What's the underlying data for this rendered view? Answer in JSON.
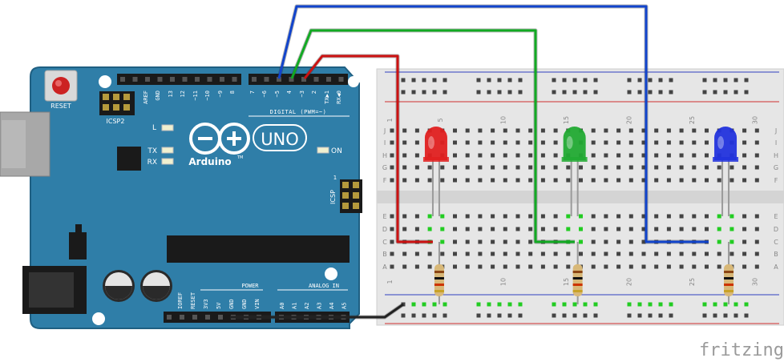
{
  "arduino": {
    "reset_label": "RESET",
    "icsp2_label": "ICSP2",
    "icsp_label": "ICSP",
    "icsp_pin1": "1",
    "brand": "Arduino",
    "tm": "TM",
    "model": "UNO",
    "digital_label": "DIGITAL (PWM=~)",
    "power_label": "POWER",
    "analog_label": "ANALOG IN",
    "led_labels": [
      "L",
      "TX",
      "RX",
      "ON"
    ],
    "digital_pins": [
      "AREF",
      "GND",
      "13",
      "12",
      "~11",
      "~10",
      "~9",
      "8",
      "7",
      "~6",
      "~5",
      "4",
      "~3",
      "2",
      "TX▶1",
      "RX◀0"
    ],
    "power_pins": [
      "IOREF",
      "RESET",
      "3V3",
      "5V",
      "GND",
      "GND",
      "VIN"
    ],
    "analog_pins": [
      "A0",
      "A1",
      "A2",
      "A3",
      "A4",
      "A5"
    ]
  },
  "breadboard": {
    "column_numbers": [
      "1",
      "5",
      "10",
      "15",
      "20",
      "25",
      "30"
    ],
    "row_letters_top": [
      "J",
      "I",
      "H",
      "G",
      "F"
    ],
    "row_letters_bottom": [
      "E",
      "D",
      "C",
      "B",
      "A"
    ]
  },
  "leds": [
    {
      "name": "red",
      "color": "#e02020"
    },
    {
      "name": "green",
      "color": "#22aa33"
    },
    {
      "name": "blue",
      "color": "#2233dd"
    }
  ],
  "wires": [
    {
      "name": "red",
      "color": "#cc1111",
      "pin": "~3"
    },
    {
      "name": "green",
      "color": "#11aa22",
      "pin": "4"
    },
    {
      "name": "blue",
      "color": "#1144cc",
      "pin": "~5"
    },
    {
      "name": "ground",
      "color": "#222222",
      "pin": "GND"
    }
  ],
  "watermark": "fritzing",
  "colors": {
    "board": "#2f7ea8",
    "board_dark": "#1f5f82",
    "breadboard": "#e8e8e8",
    "rail_red": "#d03030",
    "rail_blue": "#3040c0",
    "hole_active": "#22cc22"
  }
}
